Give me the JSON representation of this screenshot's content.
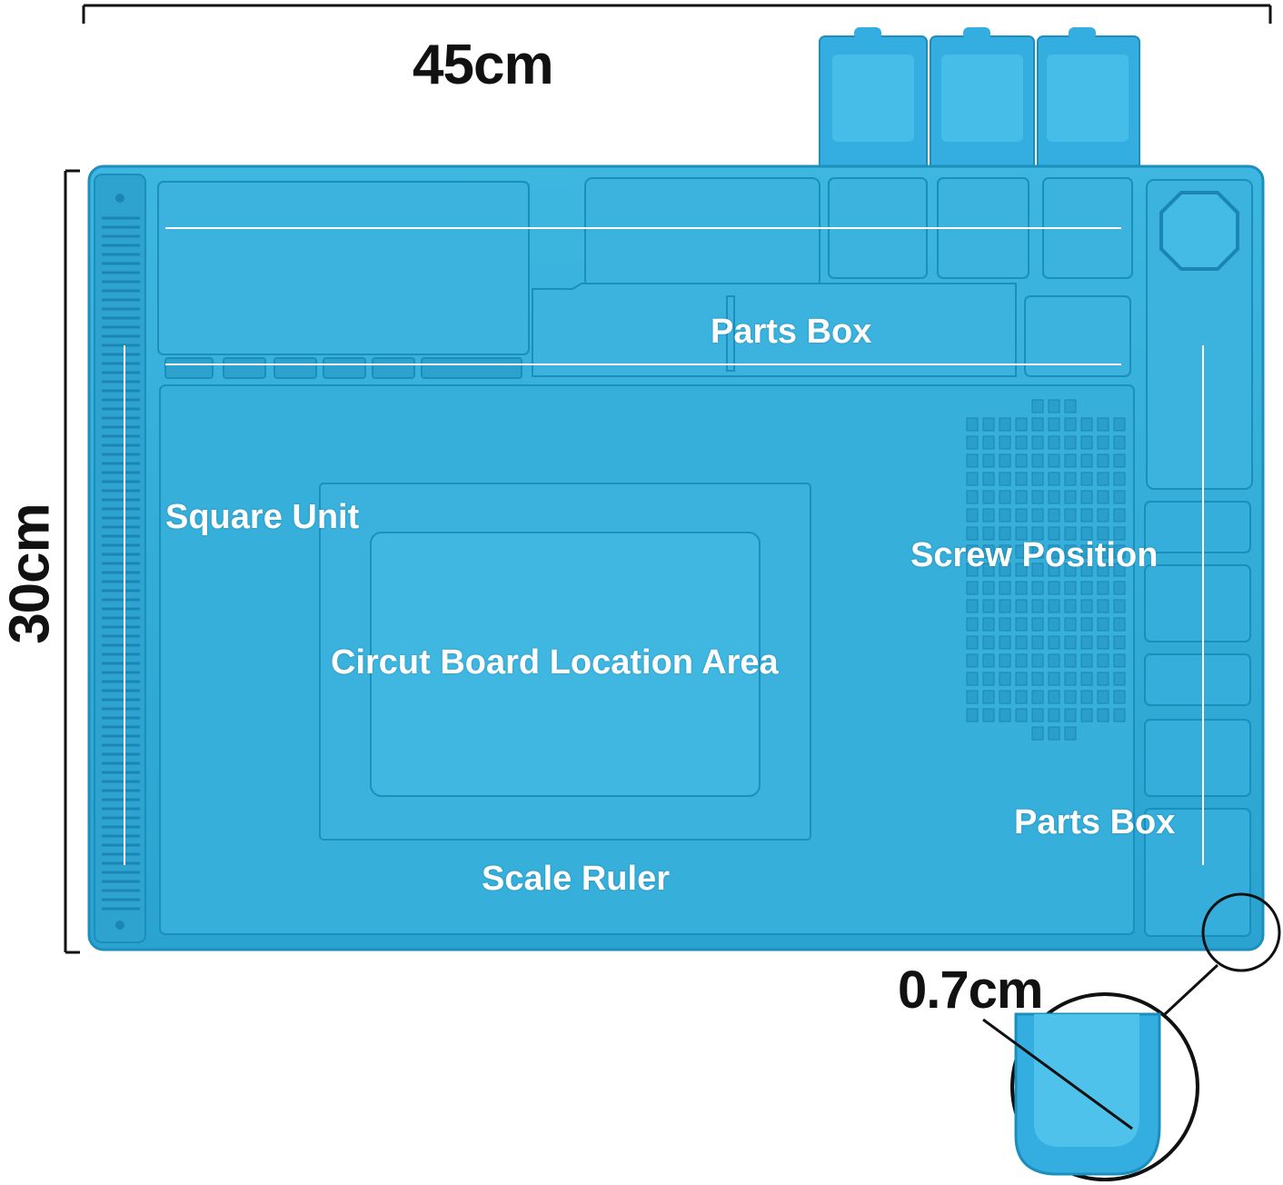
{
  "dimensions": {
    "width_label": "45cm",
    "height_label": "30cm",
    "thickness_label": "0.7cm"
  },
  "labels": {
    "parts_box_top": "Parts Box",
    "square_unit": "Square Unit",
    "circuit_board_area": "Circut Board Location Area",
    "screw_position": "Screw Position",
    "parts_box_right": "Parts Box",
    "scale_ruler": "Scale Ruler"
  },
  "colors": {
    "mat": "#2aa9d6",
    "mat_dark": "#1b8fbc",
    "mat_light": "#4cc1e6",
    "label_text": "#ffffff",
    "dimension_text": "#111111"
  }
}
